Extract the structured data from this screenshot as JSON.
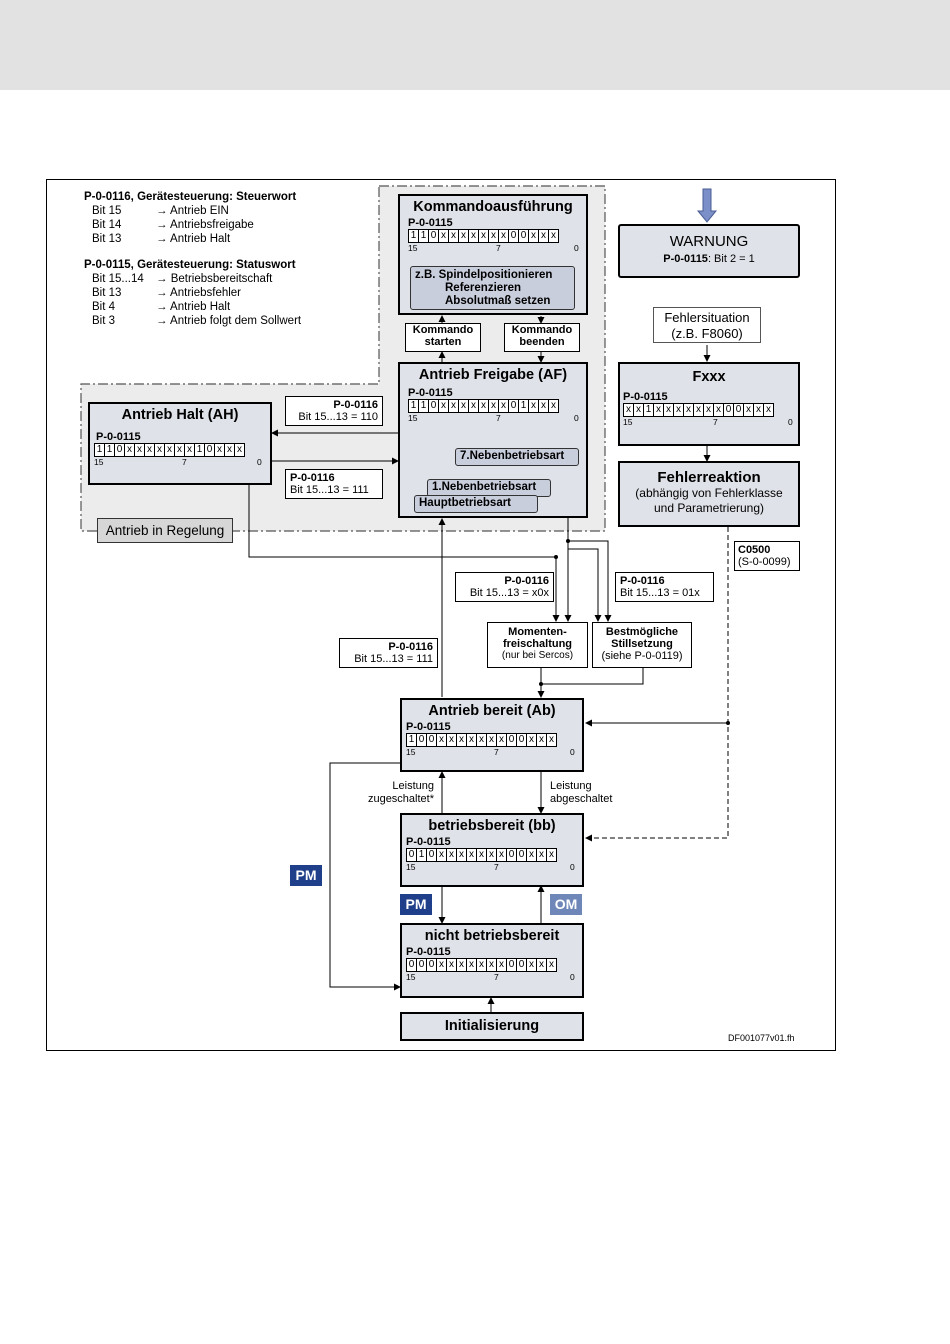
{
  "legend": {
    "control_title": "P-0-0116, Gerätesteuerung: Steuerwort",
    "control_rows": [
      {
        "bit": "Bit 15",
        "text": "→ Antrieb EIN"
      },
      {
        "bit": "Bit 14",
        "text": "→ Antriebsfreigabe"
      },
      {
        "bit": "Bit 13",
        "text": "→ Antrieb Halt"
      }
    ],
    "status_title": "P-0-0115, Gerätesteuerung: Statuswort",
    "status_rows": [
      {
        "bit": "Bit 15...14",
        "text": "→ Betriebsbereitschaft"
      },
      {
        "bit": "Bit 13",
        "text": "→ Antriebsfehler"
      },
      {
        "bit": "Bit 4",
        "text": "→ Antrieb Halt"
      },
      {
        "bit": "Bit 3",
        "text": "→ Antrieb folgt dem Sollwert"
      }
    ]
  },
  "param": "P-0-0115",
  "bit_labels": {
    "high": "15",
    "mid": "7",
    "low": "0"
  },
  "states": {
    "kommando": {
      "title": "Kommandoausführung",
      "bits": [
        "1",
        "1",
        "0",
        "x",
        "x",
        "x",
        "x",
        "x",
        "x",
        "x",
        "0",
        "0",
        "x",
        "x",
        "x"
      ],
      "note": [
        "z.B. Spindelpositionieren",
        "Referenzieren",
        "Absolutmaß setzen"
      ]
    },
    "freigabe": {
      "title": "Antrieb Freigabe (AF)",
      "bits": [
        "1",
        "1",
        "0",
        "x",
        "x",
        "x",
        "x",
        "x",
        "x",
        "x",
        "0",
        "1",
        "x",
        "x",
        "x"
      ]
    },
    "halt": {
      "title": "Antrieb Halt (AH)",
      "bits": [
        "1",
        "1",
        "0",
        "x",
        "x",
        "x",
        "x",
        "x",
        "x",
        "x",
        "1",
        "0",
        "x",
        "x",
        "x"
      ]
    },
    "warnung": {
      "title": "WARNUNG",
      "param": "P-0-0115",
      "text": ":   Bit 2 = 1"
    },
    "fxxx": {
      "title": "Fxxx",
      "bits": [
        "x",
        "x",
        "1",
        "x",
        "x",
        "x",
        "x",
        "x",
        "x",
        "x",
        "0",
        "0",
        "x",
        "x",
        "x"
      ]
    },
    "fehlerreaktion": {
      "title": "Fehlerreaktion",
      "line1": "(abhängig von Fehlerklasse",
      "line2": "und Parametrierung)"
    },
    "bereit": {
      "title": "Antrieb bereit (Ab)",
      "bits": [
        "1",
        "0",
        "0",
        "x",
        "x",
        "x",
        "x",
        "x",
        "x",
        "x",
        "0",
        "0",
        "x",
        "x",
        "x"
      ]
    },
    "betriebsbereit": {
      "title": "betriebsbereit (bb)",
      "bits": [
        "0",
        "1",
        "0",
        "x",
        "x",
        "x",
        "x",
        "x",
        "x",
        "x",
        "0",
        "0",
        "x",
        "x",
        "x"
      ]
    },
    "nicht": {
      "title": "nicht betriebsbereit",
      "bits": [
        "0",
        "0",
        "0",
        "x",
        "x",
        "x",
        "x",
        "x",
        "x",
        "x",
        "0",
        "0",
        "x",
        "x",
        "x"
      ]
    },
    "init": {
      "title": "Initialisierung"
    }
  },
  "buttons": {
    "start": [
      "Kommando",
      "starten"
    ],
    "end": [
      "Kommando",
      "beenden"
    ]
  },
  "modes": {
    "neben7": "7.Nebenbetriebsart",
    "neben1": "1.Nebenbetriebsart",
    "haupt": "Hauptbetriebsart"
  },
  "regelung": "Antrieb in Regelung",
  "fehlersituation": [
    "Fehlersituation",
    "(z.B. F8060)"
  ],
  "c0500": [
    "C0500",
    "(S-0-0099)"
  ],
  "cond": {
    "c110": {
      "p": "P-0-0116",
      "bits": "Bit 15...13 = 110"
    },
    "c111a": {
      "p": "P-0-0116",
      "bits": "Bit 15...13 = 111"
    },
    "cx0x": {
      "p": "P-0-0116",
      "bits": "Bit 15...13 = x0x"
    },
    "c01x": {
      "p": "P-0-0116",
      "bits": "Bit 15...13 = 01x"
    },
    "c111b": {
      "p": "P-0-0116",
      "bits": "Bit 15...13 = 111"
    }
  },
  "momenten": [
    "Momenten-",
    "freischaltung",
    "(nur bei Sercos)"
  ],
  "stillsetzung": [
    "Bestmögliche",
    "Stillsetzung",
    "(siehe P-0-0119)"
  ],
  "leistung_zu": [
    "Leistung",
    "zugeschaltet*"
  ],
  "leistung_ab": [
    "Leistung",
    "abgeschaltet"
  ],
  "tags": {
    "pm": "PM",
    "om": "OM"
  },
  "colors": {
    "pm": "#1f3f8a",
    "om": "#6f87b8",
    "state": "#dfe2e8",
    "pill": "#c9cedd",
    "zone": "#ececec",
    "arrow": "#7b90c8"
  },
  "figure_id": "DF001077v01.fh"
}
